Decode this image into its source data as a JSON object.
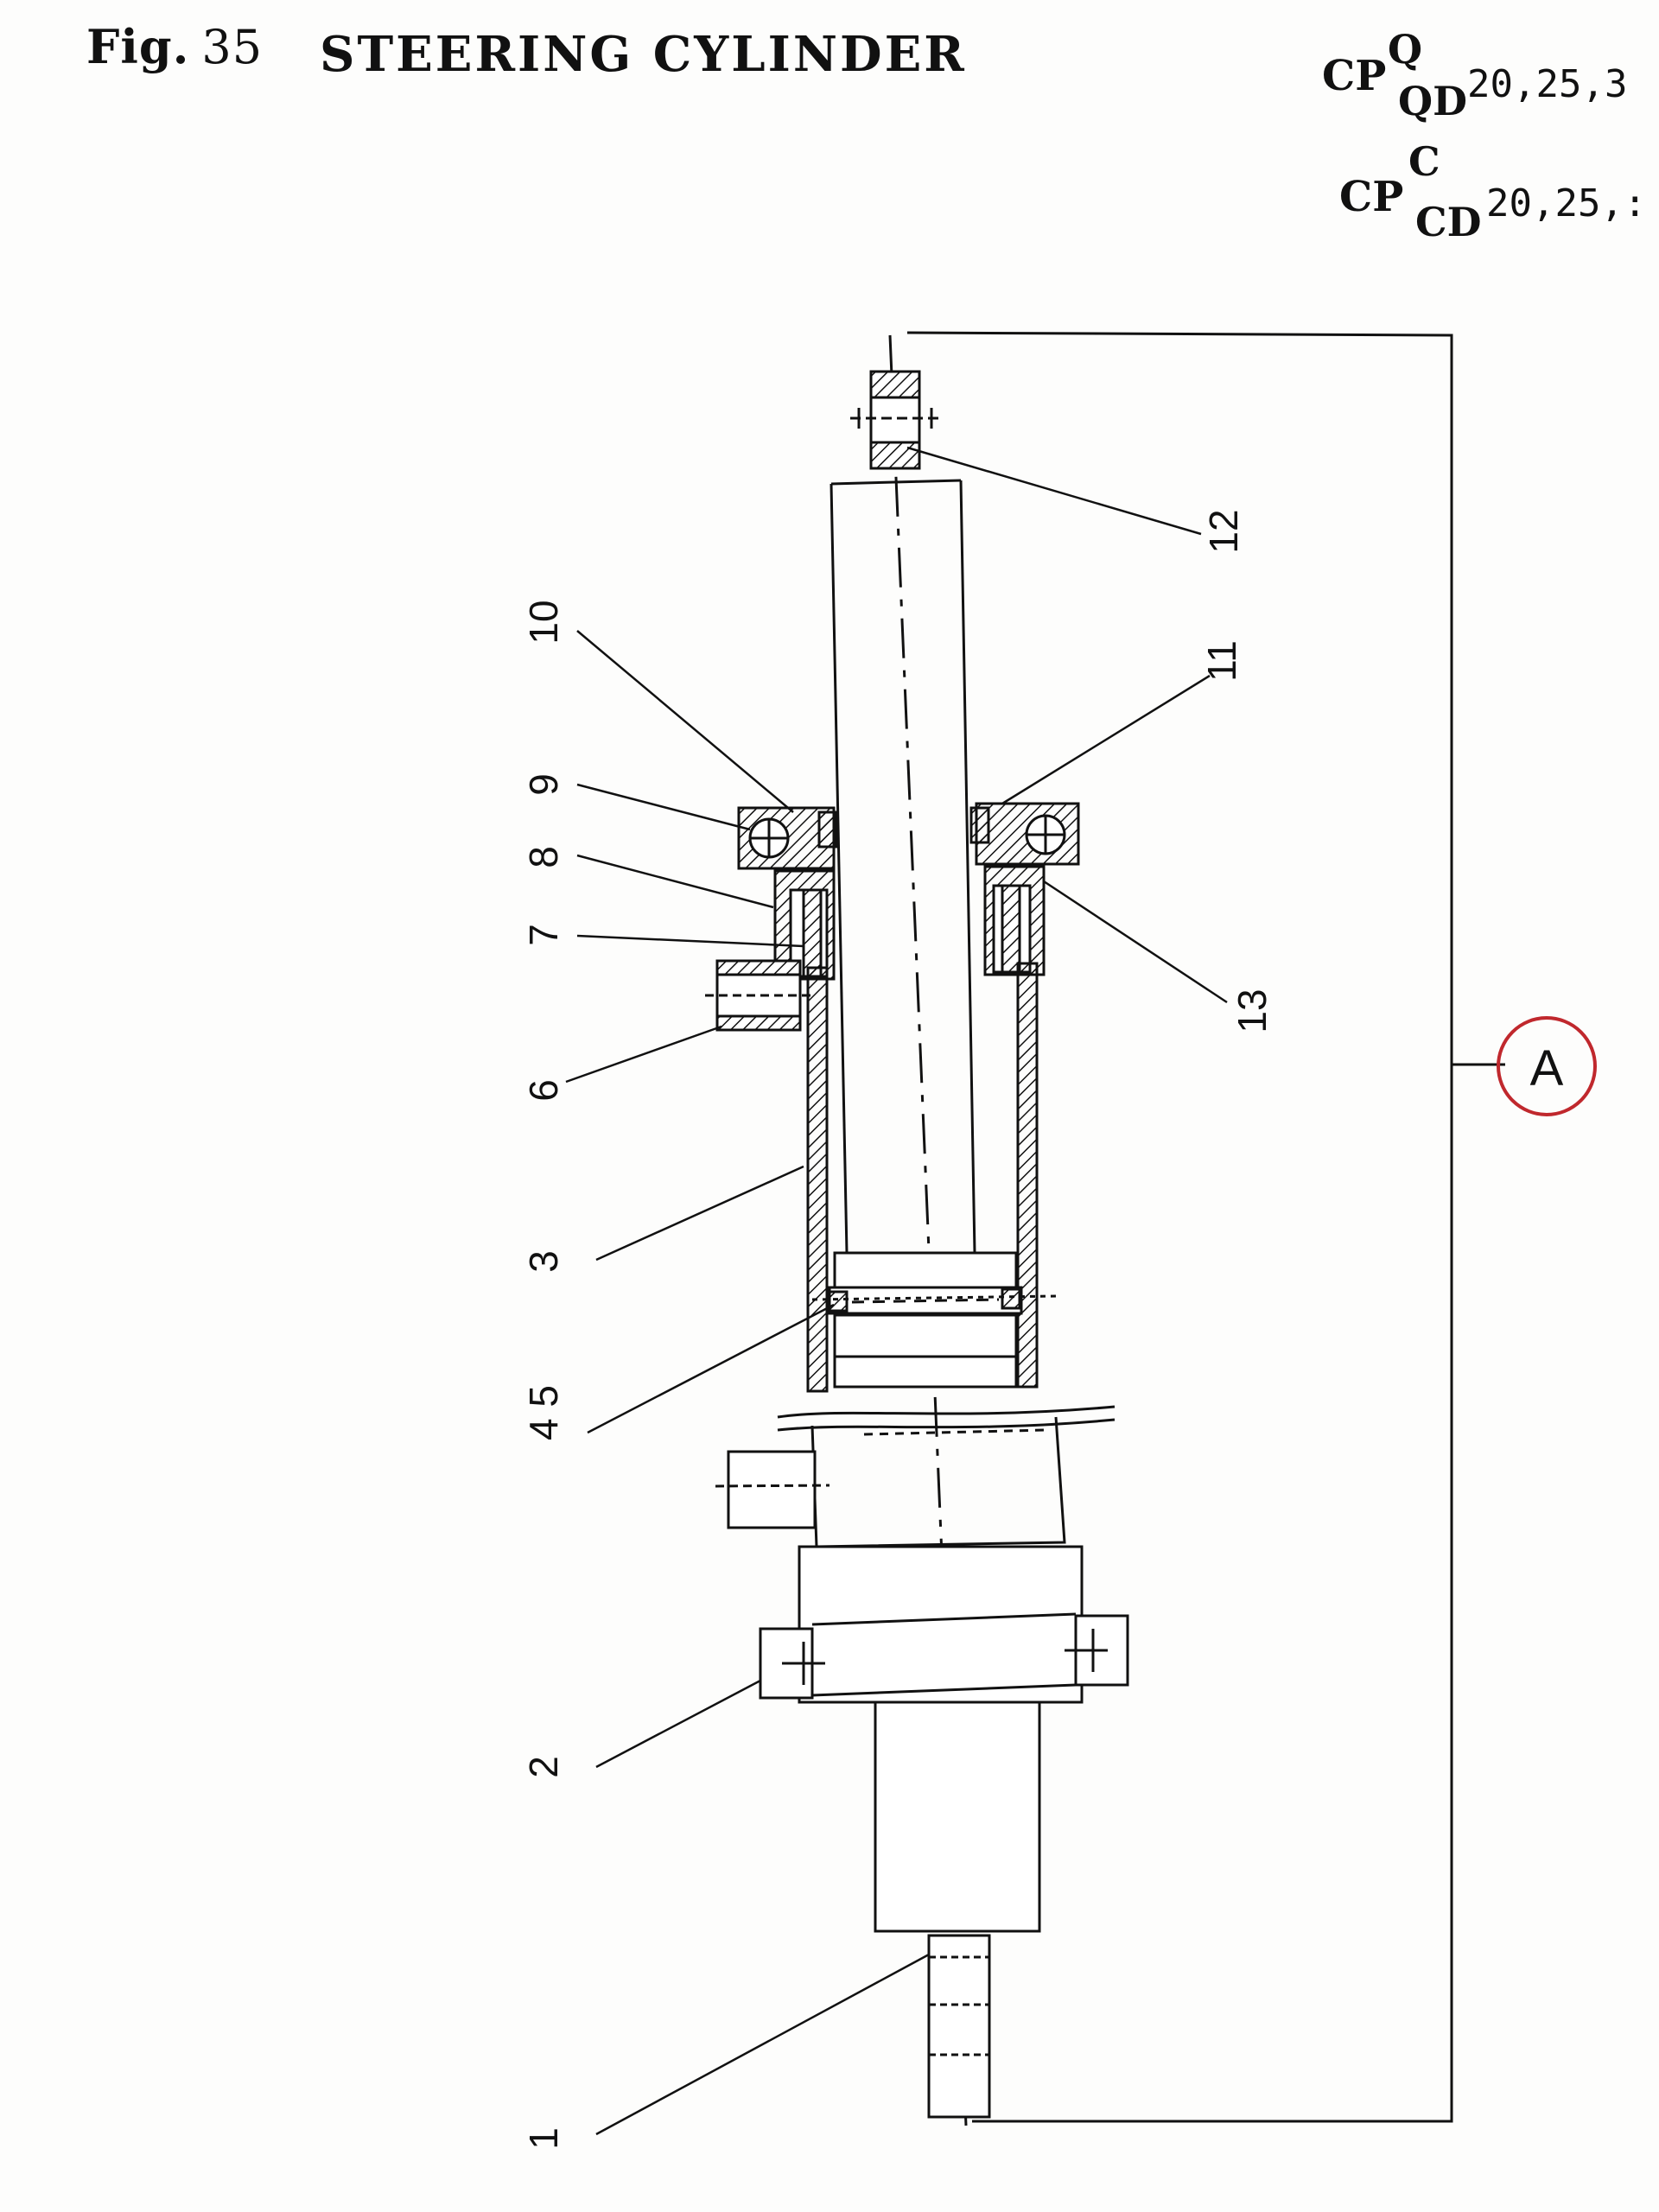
{
  "header": {
    "fig_prefix": "Fig.",
    "fig_number": "35",
    "title": "STEERING CYLINDER"
  },
  "models": [
    {
      "base": "CP",
      "sup": "Q",
      "sub": "QD",
      "numbers": "20,25,3"
    },
    {
      "base": "CP",
      "sup": "C",
      "sub": "CD",
      "numbers": "20,25,:"
    }
  ],
  "callouts": [
    "1",
    "2",
    "3",
    "4 5",
    "6",
    "7",
    "8",
    "9",
    "10",
    "11",
    "12",
    "13"
  ],
  "assembly_label": "A",
  "colors": {
    "ink": "#111111",
    "assembly_circle": "#c0282d",
    "paper": "#fdfdfc"
  }
}
